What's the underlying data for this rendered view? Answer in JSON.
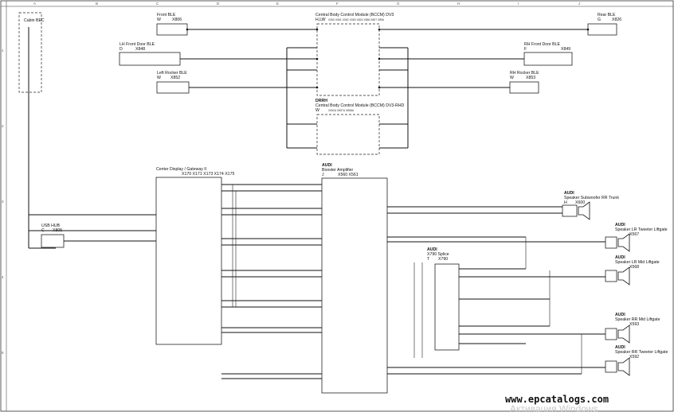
{
  "grid": {
    "columns": [
      "A",
      "B",
      "C",
      "D",
      "E",
      "F",
      "G",
      "H",
      "I",
      "J"
    ],
    "rows": [
      "1",
      "2",
      "3",
      "4",
      "5"
    ]
  },
  "components": {
    "cabin_bec": {
      "name": "Cabin BEC"
    },
    "front_ble": {
      "name": "Front BLE",
      "code": "W",
      "conn": "X806"
    },
    "bccm": {
      "name": "Central Body Control Module (BCCM) DV3",
      "code": "H,LW",
      "conns": "X060  X061  X062  X063  X824  X856  X857  X856"
    },
    "bccm_variant": "DRRH",
    "bccm2": {
      "name": "Central Body Control Module (BCCM) DV3-RHD",
      "code": "W",
      "conns": "X062A  X857A  X858A"
    },
    "rear_ble": {
      "name": "Rear BLE",
      "code": "G",
      "conn": "X826"
    },
    "lh_front_door": {
      "name": "LH Front Door BLE",
      "code": "D",
      "conn": "X848"
    },
    "rh_front_door": {
      "name": "RH Front Door BLE",
      "code": "F",
      "conn": "X849"
    },
    "left_rocker": {
      "name": "Left Rocker BLE",
      "code": "W",
      "conn": "X852"
    },
    "right_rocker": {
      "name": "RH Rocker BLE",
      "code": "W",
      "conn": "X853"
    },
    "usb_hub": {
      "name": "USB HUB",
      "code": "C",
      "conn": "X805"
    },
    "center_display": {
      "name": "Center Display / Gateway II",
      "conns": "X170  X171  X173  X174  X175"
    },
    "amp_opt": "AUDI",
    "amplifier": {
      "name": "Booster Amplifier",
      "code": "J",
      "conns": "X560  X561"
    },
    "splice_opt": "AUDI",
    "splice": {
      "name": "X790 Splice",
      "code": "T",
      "conn": "X790"
    },
    "sub_opt": "AUDI",
    "subwoofer": {
      "name": "Speaker Subwoofer RR Trunk",
      "code": "H",
      "conn": "X600"
    },
    "spk1_opt": "AUDI",
    "spk1": {
      "name": "Speaker LR Tweeter Liftgate",
      "conn": "X567"
    },
    "spk2_opt": "AUDI",
    "spk2": {
      "name": "Speaker LR Mid Liftgate",
      "conn": "X568"
    },
    "spk3_opt": "AUDI",
    "spk3": {
      "name": "Speaker RR Mid Liftgate",
      "conn": "X593"
    },
    "spk4_opt": "AUDI",
    "spk4": {
      "name": "Speaker RR Tweeter Liftgate",
      "conn": "X592"
    }
  },
  "watermark": {
    "site": "www.epcatalogs.com",
    "os": "Активация Windows"
  }
}
